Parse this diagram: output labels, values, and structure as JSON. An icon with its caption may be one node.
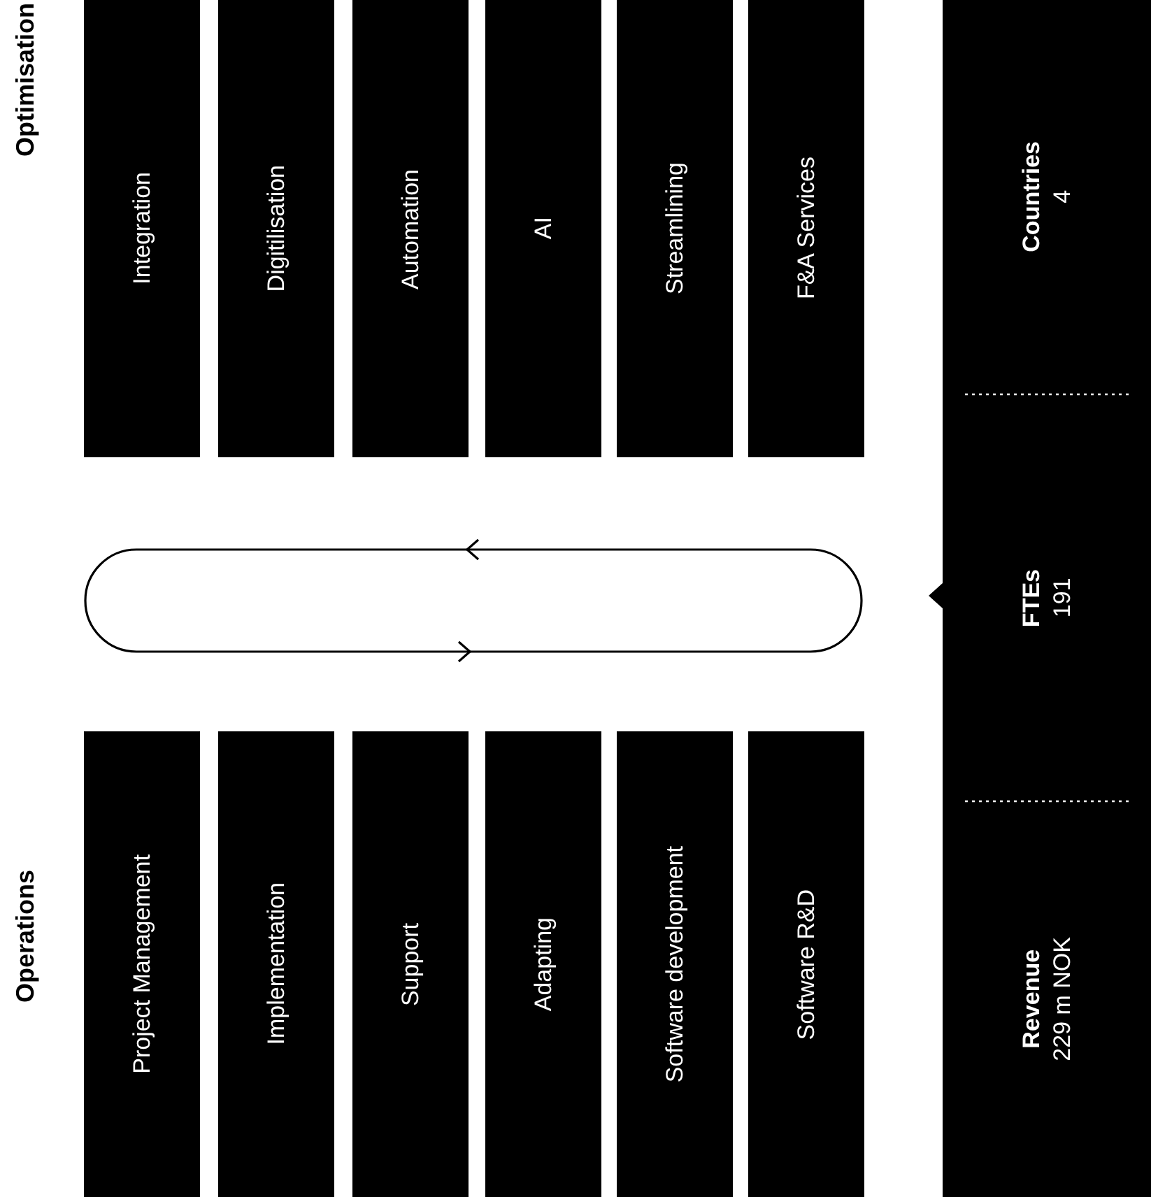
{
  "diagram": {
    "nodes": [
      {
        "text": [
          "Project Management"
        ]
      },
      {
        "text": [
          "Implementation"
        ]
      },
      {
        "text": [
          "Support"
        ]
      },
      {
        "text": [
          "Adapting"
        ]
      },
      {
        "text": [
          "Software development"
        ]
      },
      {
        "text": [
          "Software R&D"
        ]
      },
      {
        "text": [
          "Integration"
        ]
      },
      {
        "text": [
          "Digitilisation"
        ]
      },
      {
        "text": [
          "Automation"
        ]
      },
      {
        "text": [
          "AI"
        ]
      },
      {
        "text": [
          "Streamlining"
        ]
      },
      {
        "text": [
          "F&A Services"
        ]
      },
      {
        "text": [
          "Revenue",
          "229 m NOK"
        ]
      },
      {
        "text": [
          "FTEs",
          "191"
        ]
      },
      {
        "text": [
          "Countries",
          "4"
        ]
      }
    ],
    "labels": [
      "Operations",
      "Optimisation"
    ]
  }
}
